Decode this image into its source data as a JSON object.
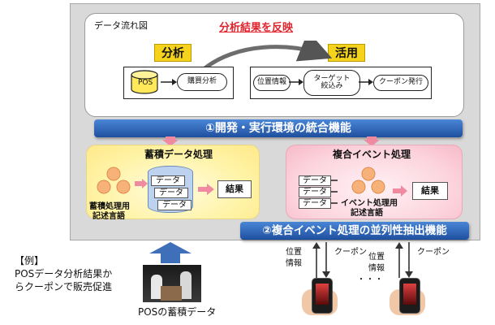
{
  "flow": {
    "title": "データ流れ図",
    "feedback_label": "分析結果を反映",
    "analysis_tag": "分析",
    "usage_tag": "活用",
    "pos_label": "POS",
    "purchase_analysis": "購買分析",
    "location_info": "位置情報",
    "target_line1": "ターゲット",
    "target_line2": "絞込み",
    "coupon_issue": "クーポン発行"
  },
  "bar1": "①開発・実行環境の統合機能",
  "bar2": "②複合イベント処理の並列性抽出機能",
  "storage": {
    "title": "蓄積データ処理",
    "data_items": [
      "データ",
      "データ",
      "データ"
    ],
    "lang_line1": "蓄積処理用",
    "lang_line2": "記述言語",
    "result": "結果"
  },
  "cep": {
    "title": "複合イベント処理",
    "data_items": [
      "データ",
      "データ",
      "データ"
    ],
    "lang_line1": "イベント処理用",
    "lang_line2": "記述言語",
    "result": "結果"
  },
  "example": {
    "heading": "【例】",
    "line1": "POSデータ分析結果か",
    "line2": "らクーポンで販売促進"
  },
  "pos_caption": "POSの蓄積データ",
  "mobile": {
    "loc1": "位置",
    "info1": "情報",
    "coupon1": "クーポン",
    "loc2": "位置",
    "info2": "情報",
    "coupon2": "クーポン",
    "ellipsis": "・・・"
  },
  "colors": {
    "feedback_red": "#e0242d",
    "bar_blue": "#2b62b8",
    "tag_yellow": "#f5d21b",
    "pink_arrow": "#f08aa0",
    "upload_arrow": "#3e6fb8"
  }
}
